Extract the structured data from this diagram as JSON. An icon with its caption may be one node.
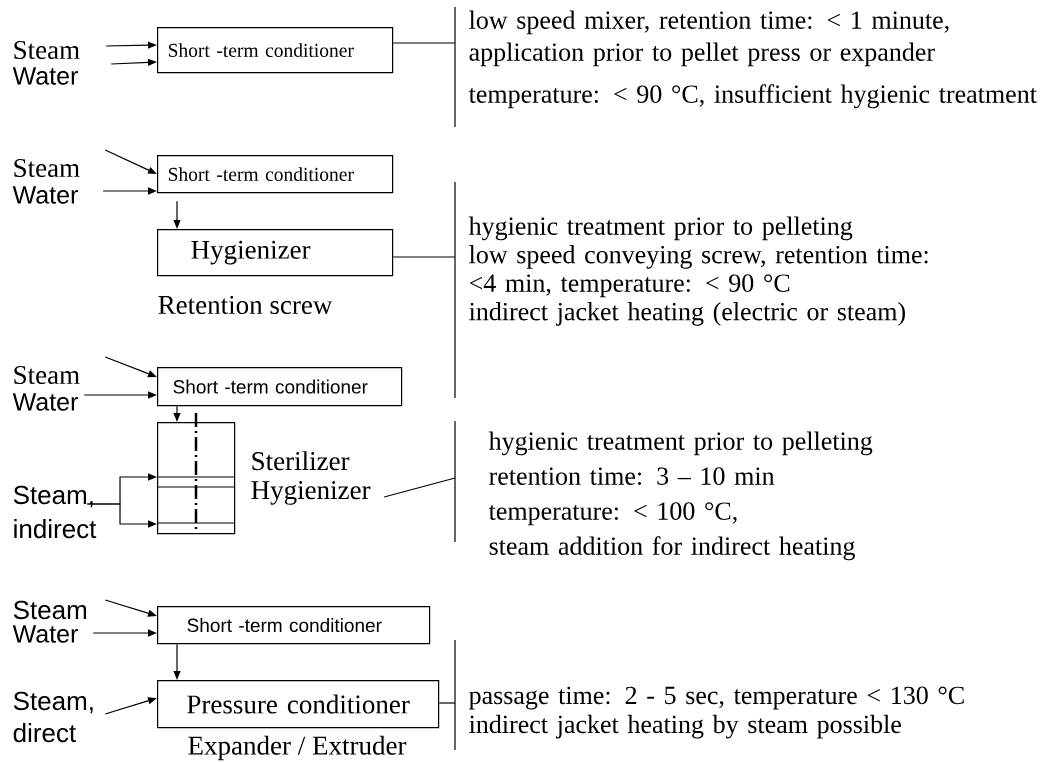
{
  "diagram": {
    "nodes": [
      {
        "text": [
          "Steam"
        ]
      },
      {
        "text": [
          "Water"
        ]
      },
      {
        "text": [
          "Short -term conditioner"
        ]
      },
      {
        "text": [
          "low speed mixer, retention time: < 1 minute, application prior to pellet press or expander",
          "temperature: < 90 °C, insufficient hygienic treatment"
        ]
      },
      {
        "text": [
          "Steam"
        ]
      },
      {
        "text": [
          "Water"
        ]
      },
      {
        "text": [
          "Short -term conditioner"
        ]
      },
      {
        "text": [
          "Hygienizer"
        ],
        "beside": [
          "Retention screw"
        ]
      },
      {
        "text": [
          "hygienic treatment prior to pelleting",
          "low speed conveying screw, retention time: <4 min, temperature: < 90 °C",
          "indirect jacket heating (electric or steam)"
        ]
      },
      {
        "text": [
          "Steam"
        ]
      },
      {
        "text": [
          "Water"
        ]
      },
      {
        "text": [
          "Short -term conditioner"
        ]
      },
      {
        "text": [],
        "shape": "box"
      },
      {
        "text": [
          "Sterilizer Hygienizer"
        ]
      },
      {
        "text": [
          "Steam, indirect"
        ]
      },
      {
        "text": [
          "hygienic treatment prior to pelleting",
          "retention time: 3 – 10 min",
          "temperature: < 100 °C,",
          "steam addition for indirect heating"
        ]
      },
      {
        "text": [
          "Steam"
        ]
      },
      {
        "text": [
          "Water"
        ]
      },
      {
        "text": [
          "Short -term conditioner"
        ]
      },
      {
        "text": [
          "Steam, direct"
        ]
      },
      {
        "text": [
          "Pressure conditioner"
        ],
        "beside": [
          "Expander / Extruder"
        ]
      },
      {
        "text": [
          "passage time: 2 - 5 sec, temperature < 130 °C",
          "indirect jacket heating by steam possible"
        ]
      }
    ],
    "edges": [
      {
        "from": 0,
        "to": 2,
        "arrow": "to"
      },
      {
        "from": 1,
        "to": 2,
        "arrow": "to"
      },
      {
        "from": 2,
        "to": 3,
        "arrow": "none"
      },
      {
        "from": 4,
        "to": 6,
        "arrow": "to"
      },
      {
        "from": 5,
        "to": 6,
        "arrow": "to"
      },
      {
        "from": 6,
        "to": 7,
        "arrow": "to"
      },
      {
        "from": 7,
        "to": 8,
        "arrow": "none"
      },
      {
        "from": 9,
        "to": 11,
        "arrow": "to"
      },
      {
        "from": 10,
        "to": 11,
        "arrow": "to"
      },
      {
        "from": 11,
        "to": 12,
        "arrow": "to"
      },
      {
        "from": 14,
        "to": 12,
        "arrow": "to"
      },
      {
        "from": 14,
        "to": 12,
        "arrow": "to"
      },
      {
        "from": 13,
        "to": 15,
        "arrow": "none"
      },
      {
        "from": 16,
        "to": 18,
        "arrow": "to"
      },
      {
        "from": 17,
        "to": 18,
        "arrow": "to"
      },
      {
        "from": 18,
        "to": 20,
        "arrow": "to"
      },
      {
        "from": 19,
        "to": 20,
        "arrow": "to"
      },
      {
        "from": 20,
        "to": 21,
        "arrow": "none"
      }
    ]
  }
}
